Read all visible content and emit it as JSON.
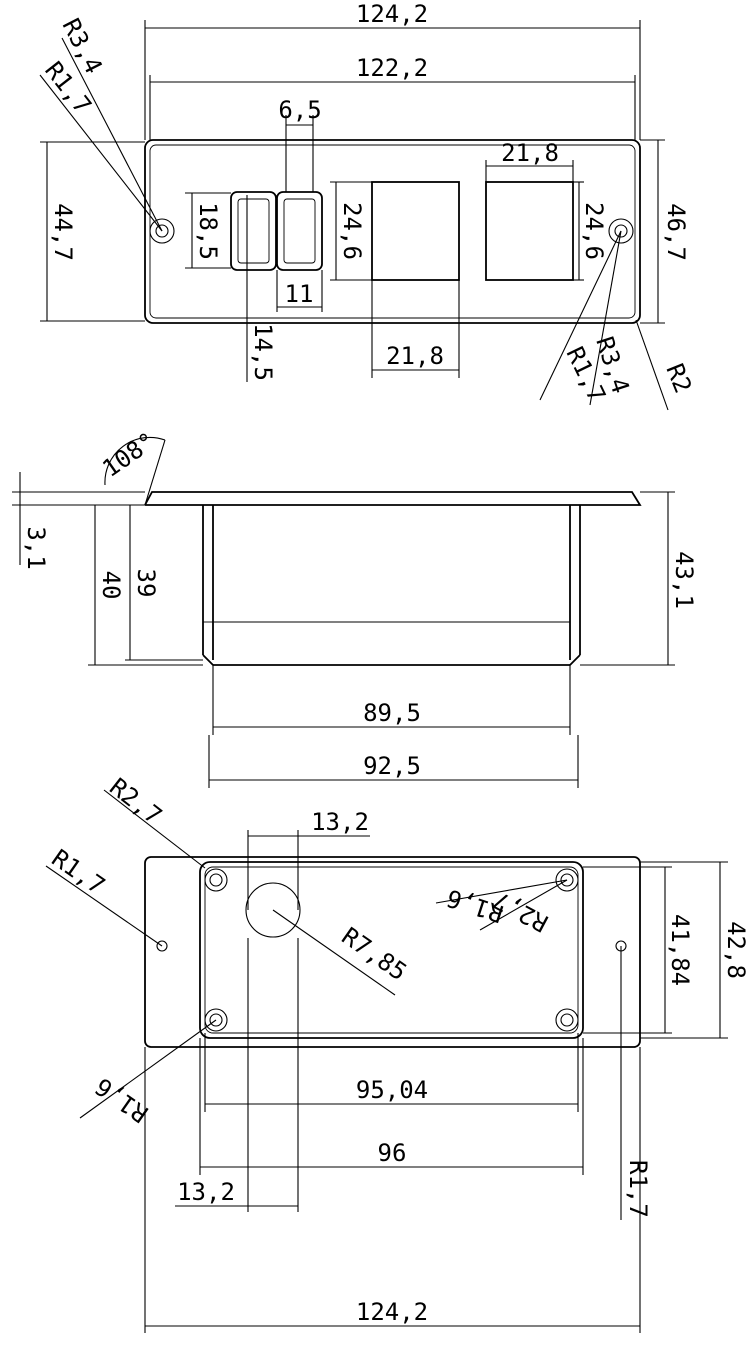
{
  "top_view": {
    "overall_width": "124,2",
    "inner_width": "122,2",
    "switch_spacing": "6,5",
    "switch_height": "18,5",
    "switch_width": "11",
    "switch_offset": "14,5",
    "cutout_height_left": "24,6",
    "cutout_width_left": "21,8",
    "cutout_width_right": "21,8",
    "cutout_height_right": "24,6",
    "left_height": "44,7",
    "right_height": "46,7",
    "left_hole_outer_radius": "R3,4",
    "left_hole_inner_radius": "R1,7",
    "right_hole_outer_radius": "R3,4",
    "right_hole_inner_radius": "R1,7",
    "corner_radius": "R2"
  },
  "side_view": {
    "angle": "108°",
    "flange_thickness": "3,1",
    "height_outer": "40",
    "height_inner": "39",
    "total_height": "43,1",
    "bottom_width_inner": "89,5",
    "bottom_width_outer": "92,5"
  },
  "bottom_view": {
    "corner_radius": "R2,7",
    "left_hole_radius": "R1,7",
    "hole_diameter_label": "13,2",
    "hole_radius": "R7,85",
    "boss_radius_top": "R1,6",
    "boss_corner_top": "R2,7",
    "boss_radius_bottom": "R1,6",
    "inner_height": "41,84",
    "outer_height": "42,8",
    "inner_width": "95,04",
    "outer_width": "96",
    "hole_offset": "13,2",
    "right_hole_radius": "R1,7",
    "overall_width": "124,2"
  }
}
